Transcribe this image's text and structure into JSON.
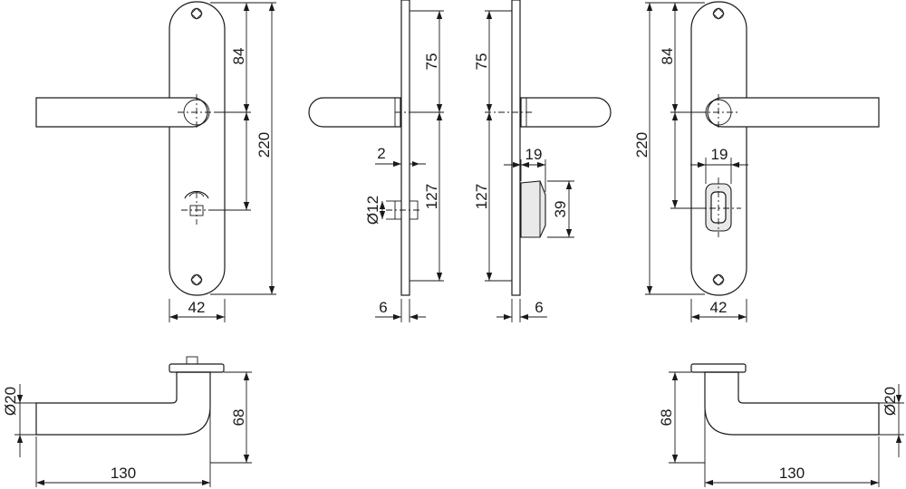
{
  "dimensions": {
    "d1": "84",
    "d2": "220",
    "d3": "42",
    "d4": "75",
    "d5": "2",
    "d6": "Ø12",
    "d7": "127",
    "d8": "6",
    "d9": "75",
    "d10": "19",
    "d11": "127",
    "d12": "39",
    "d13": "6",
    "d14": "220",
    "d15": "84",
    "d16": "19",
    "d17": "42",
    "d18": "Ø20",
    "d19": "68",
    "d20": "130",
    "d21": "68",
    "d22": "Ø20",
    "d23": "130"
  }
}
